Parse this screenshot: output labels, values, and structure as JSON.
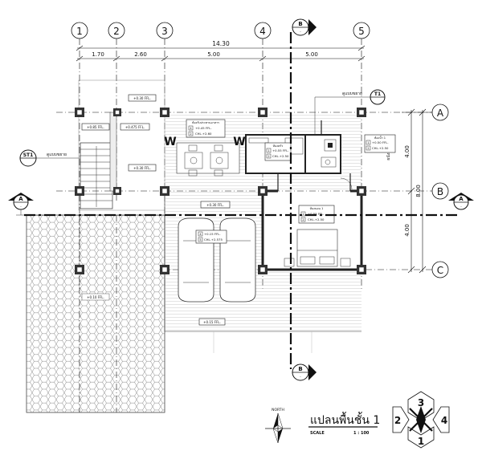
{
  "grid": {
    "columns": [
      "1",
      "2",
      "3",
      "4",
      "5"
    ],
    "rows": [
      "A",
      "B",
      "C"
    ],
    "top_total": "14.30",
    "top_spans": [
      "1.70",
      "2.60",
      "5.00",
      "5.00"
    ],
    "right_total": "8.00",
    "right_spans": [
      "4.00",
      "4.00"
    ]
  },
  "sections": {
    "a_label": "A",
    "b_label": "B",
    "sheet": "-"
  },
  "tags": {
    "st1": "ST1",
    "t1": "T1",
    "ref_note_left": "ดูแบบขยาย",
    "ref_note_right": "ดูแบบขยาย",
    "right_side_note": "ผนังกระจก"
  },
  "levels": {
    "lvl_top_stair": "+0.30 FFL.",
    "lvl_stair_left": "+0.85 FFL.",
    "lvl_stair_right": "+0.475 FFL.",
    "lvl_stair_mid": "+0.30 FFL.",
    "lvl_terrace": "+0.30 FFL.",
    "lvl_carport": "+0.15 FFL.",
    "lvl_yard": "+0.10 FFL."
  },
  "rooms": {
    "living": {
      "title": "ห้องรับประทานอาหาร",
      "n1": "4",
      "v1": "+0.45 FFL.",
      "n2": "2",
      "v2": "CHL.+2.60"
    },
    "kitchen": {
      "title": "ห้องครัว",
      "n1": "1",
      "v1": "+0.55 FFL.",
      "n2": "2",
      "v2": "CHL.+2.50"
    },
    "bath": {
      "title": "ห้องน้ำ 1",
      "n1": "1",
      "v1": "+0.50 FFL.",
      "n2": "2",
      "v2": "CHL.+2.50"
    },
    "bedroom": {
      "title": "ห้องนอน 1",
      "n1": "1",
      "v1": "+0.55 FFL.",
      "n2": "2",
      "v2": "CHL.+2.50"
    },
    "carport": {
      "n1": "4",
      "v1": "+0.15 FFL.",
      "n2": "5",
      "v2": "CHL.+2.575"
    }
  },
  "title_block": {
    "title": "แปลนพื้นชั้น 1",
    "scale_label": "SCALE",
    "scale_value": "1 : 100",
    "north": "NORTH"
  },
  "elevation_key": [
    "3",
    "2",
    "4",
    "1"
  ]
}
